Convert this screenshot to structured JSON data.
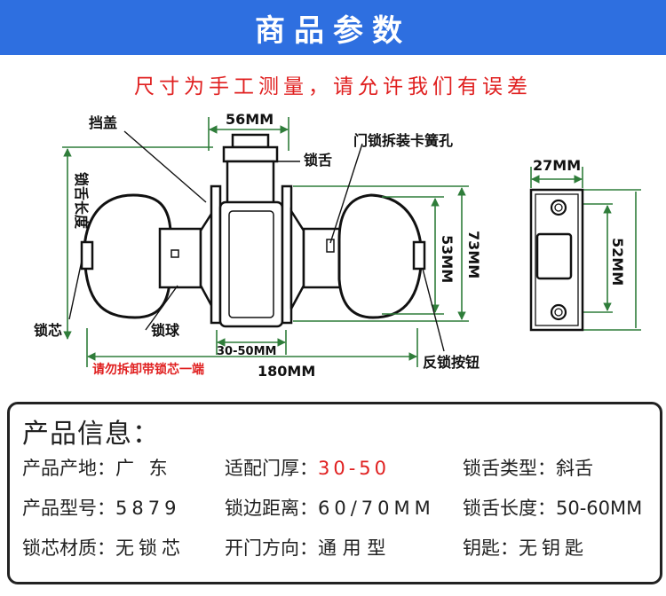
{
  "header": {
    "title": "商品参数"
  },
  "notice": "尺寸为手工测量，请允许我们有误差",
  "diagram": {
    "labels": {
      "cover": "挡盖",
      "latch_length": "锁舌长度",
      "width_56": "56MM",
      "latch": "锁舌",
      "spring_hole": "门锁拆装卡簧孔",
      "cylinder": "锁芯",
      "knob": "锁球",
      "door_range": "30-50MM",
      "warning": "请勿拆卸带锁芯一端",
      "total_180": "180MM",
      "lock_button": "反锁按钮",
      "h53": "53MM",
      "h73": "73MM",
      "plate_width": "27MM",
      "plate_h52": "52MM"
    }
  },
  "info": {
    "title": "产品信息：",
    "items": [
      {
        "label": "产品产地：",
        "value": "广 东"
      },
      {
        "label": "适配门厚：",
        "value": "30-50"
      },
      {
        "label": "锁舌类型：",
        "value": "斜舌"
      },
      {
        "label": "产品型号：",
        "value": "5879"
      },
      {
        "label": "锁边距离：",
        "value": "60/70MM"
      },
      {
        "label": "锁舌长度：",
        "value": "50-60MM"
      },
      {
        "label": "锁芯材质：",
        "value": "无锁芯"
      },
      {
        "label": "开门方向：",
        "value": "通 用 型"
      },
      {
        "label": "钥匙：",
        "value": "无钥匙"
      }
    ]
  },
  "colors": {
    "banner": "#2e6fe0",
    "warning": "#e02020",
    "dimension": "#2f7d3a"
  }
}
